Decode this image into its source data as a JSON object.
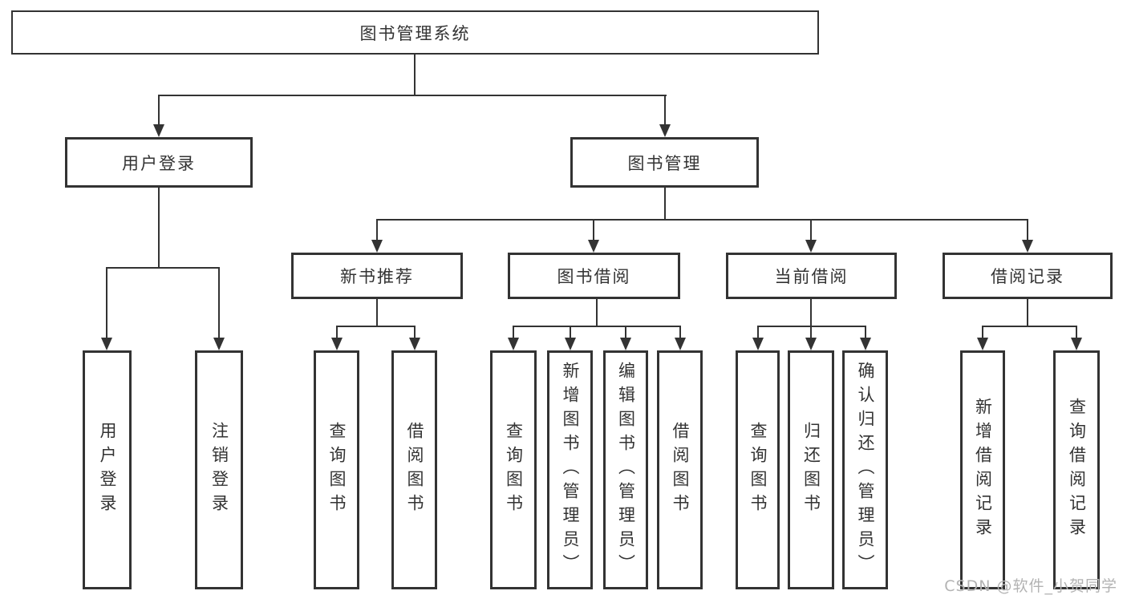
{
  "root": {
    "label": "图书管理系统"
  },
  "branches": [
    {
      "label": "用户登录",
      "children": [
        {
          "label": "用户登录"
        },
        {
          "label": "注销登录"
        }
      ]
    },
    {
      "label": "图书管理",
      "children": [
        {
          "label": "新书推荐",
          "children": [
            {
              "label": "查询图书"
            },
            {
              "label": "借阅图书"
            }
          ]
        },
        {
          "label": "图书借阅",
          "children": [
            {
              "label": "查询图书"
            },
            {
              "label": "新增图书（管理员）"
            },
            {
              "label": "编辑图书（管理员）"
            },
            {
              "label": "借阅图书"
            }
          ]
        },
        {
          "label": "当前借阅",
          "children": [
            {
              "label": "查询图书"
            },
            {
              "label": "归还图书"
            },
            {
              "label": "确认归还（管理员）"
            }
          ]
        },
        {
          "label": "借阅记录",
          "children": [
            {
              "label": "新增借阅记录"
            },
            {
              "label": "查询借阅记录"
            }
          ]
        }
      ]
    }
  ],
  "watermark": {
    "text": "CSDN @软件_小贺同学"
  },
  "colors": {
    "line": "#333333",
    "text": "#333333",
    "background": "#ffffff",
    "watermark": "#b3b3b3"
  }
}
